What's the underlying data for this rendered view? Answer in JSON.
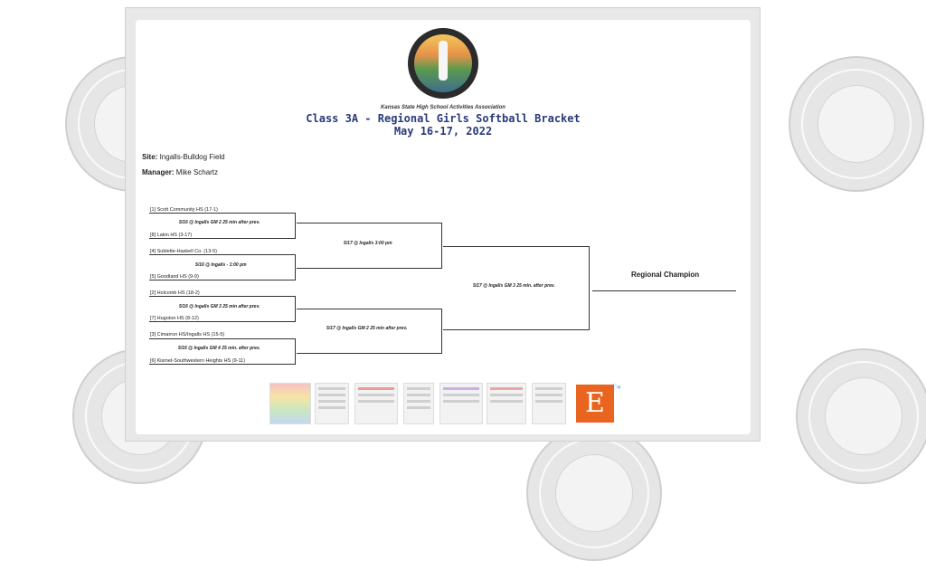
{
  "header": {
    "association": "Kansas State High School Activities Association",
    "title": "Class 3A - Regional Girls Softball Bracket",
    "dates": "May 16-17, 2022"
  },
  "info": {
    "site_label": "Site:",
    "site_value": "Ingalls-Bulldog Field",
    "manager_label": "Manager:",
    "manager_value": "Mike Schartz"
  },
  "bracket": {
    "teams": [
      "[1] Scott Community HS   (17-1)",
      "[8] Lakin HS  (3-17)",
      "[4] Sublette-Haskell Co.   (13-5)",
      "[5] Goodland HS  (9-9)",
      "[2] Holcomb HS   (18-2)",
      "[7] Hugoton HS  (8-12)",
      "[3] Cimarron HS/Ingalls HS    (15-5)",
      "[6] Kismet-Southwestern Heights HS  (9-11)"
    ],
    "round1_games": [
      "5/16 @ Ingalls GM 2 25 min after prev.",
      "5/16 @ Ingalls - 1:00 pm",
      "5/16 @ Ingalls GM 3 25 min after prev.",
      "5/16 @ Ingalls GM 4 25 min. after prev."
    ],
    "semifinal_games": [
      "5/17 @ Ingalls 3:00 pm",
      "5/17 @ Ingalls GM 2 25 min after prev."
    ],
    "final_game": "5/17 @ Ingalls GM 3 25 min. after prev.",
    "champion_label": "Regional Champion"
  },
  "ads": {
    "close_label": "ⓘ✕",
    "etsy_letter": "E"
  }
}
